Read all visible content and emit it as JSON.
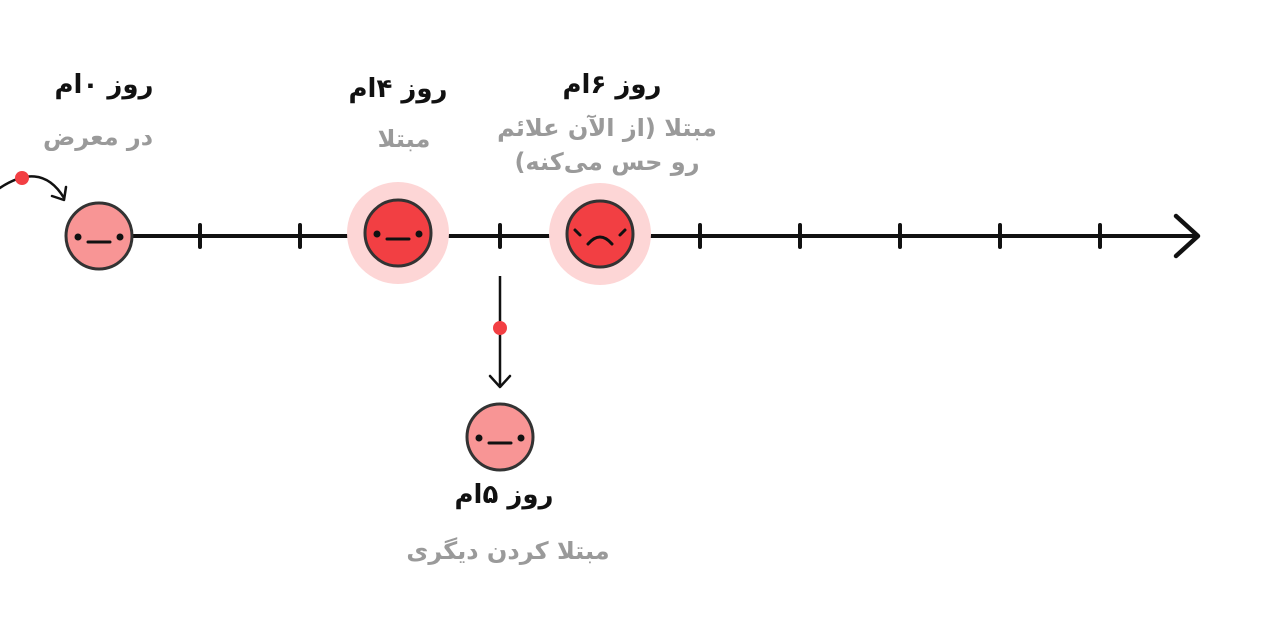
{
  "colors": {
    "axis": "#111111",
    "exposed_face": "#f89595",
    "infected_face": "#f23f43",
    "halo": "#fdd6d6",
    "marker": "#f23f43",
    "description_text": "#9a9a9a",
    "day_text": "#111111"
  },
  "timeline": {
    "tick_count": 10,
    "arrowhead": "chevron-right"
  },
  "events": [
    {
      "id": "day0",
      "day": "روز ۰ام",
      "description": [
        "در معرض"
      ],
      "face": "neutral",
      "state": "exposed",
      "halo": false
    },
    {
      "id": "day4",
      "day": "روز ۴ام",
      "description": [
        "مبتلا"
      ],
      "face": "neutral",
      "state": "infected",
      "halo": true
    },
    {
      "id": "day5",
      "day": "روز ۵ام",
      "description": [
        "مبتلا کردن دیگری"
      ],
      "face": "neutral",
      "state": "exposed",
      "halo": false,
      "branch": "below"
    },
    {
      "id": "day6",
      "day": "روز ۶ام",
      "description": [
        "مبتلا (از الآن علائم",
        "رو حس می‌کنه)"
      ],
      "face": "sad",
      "state": "infected",
      "halo": true
    }
  ]
}
